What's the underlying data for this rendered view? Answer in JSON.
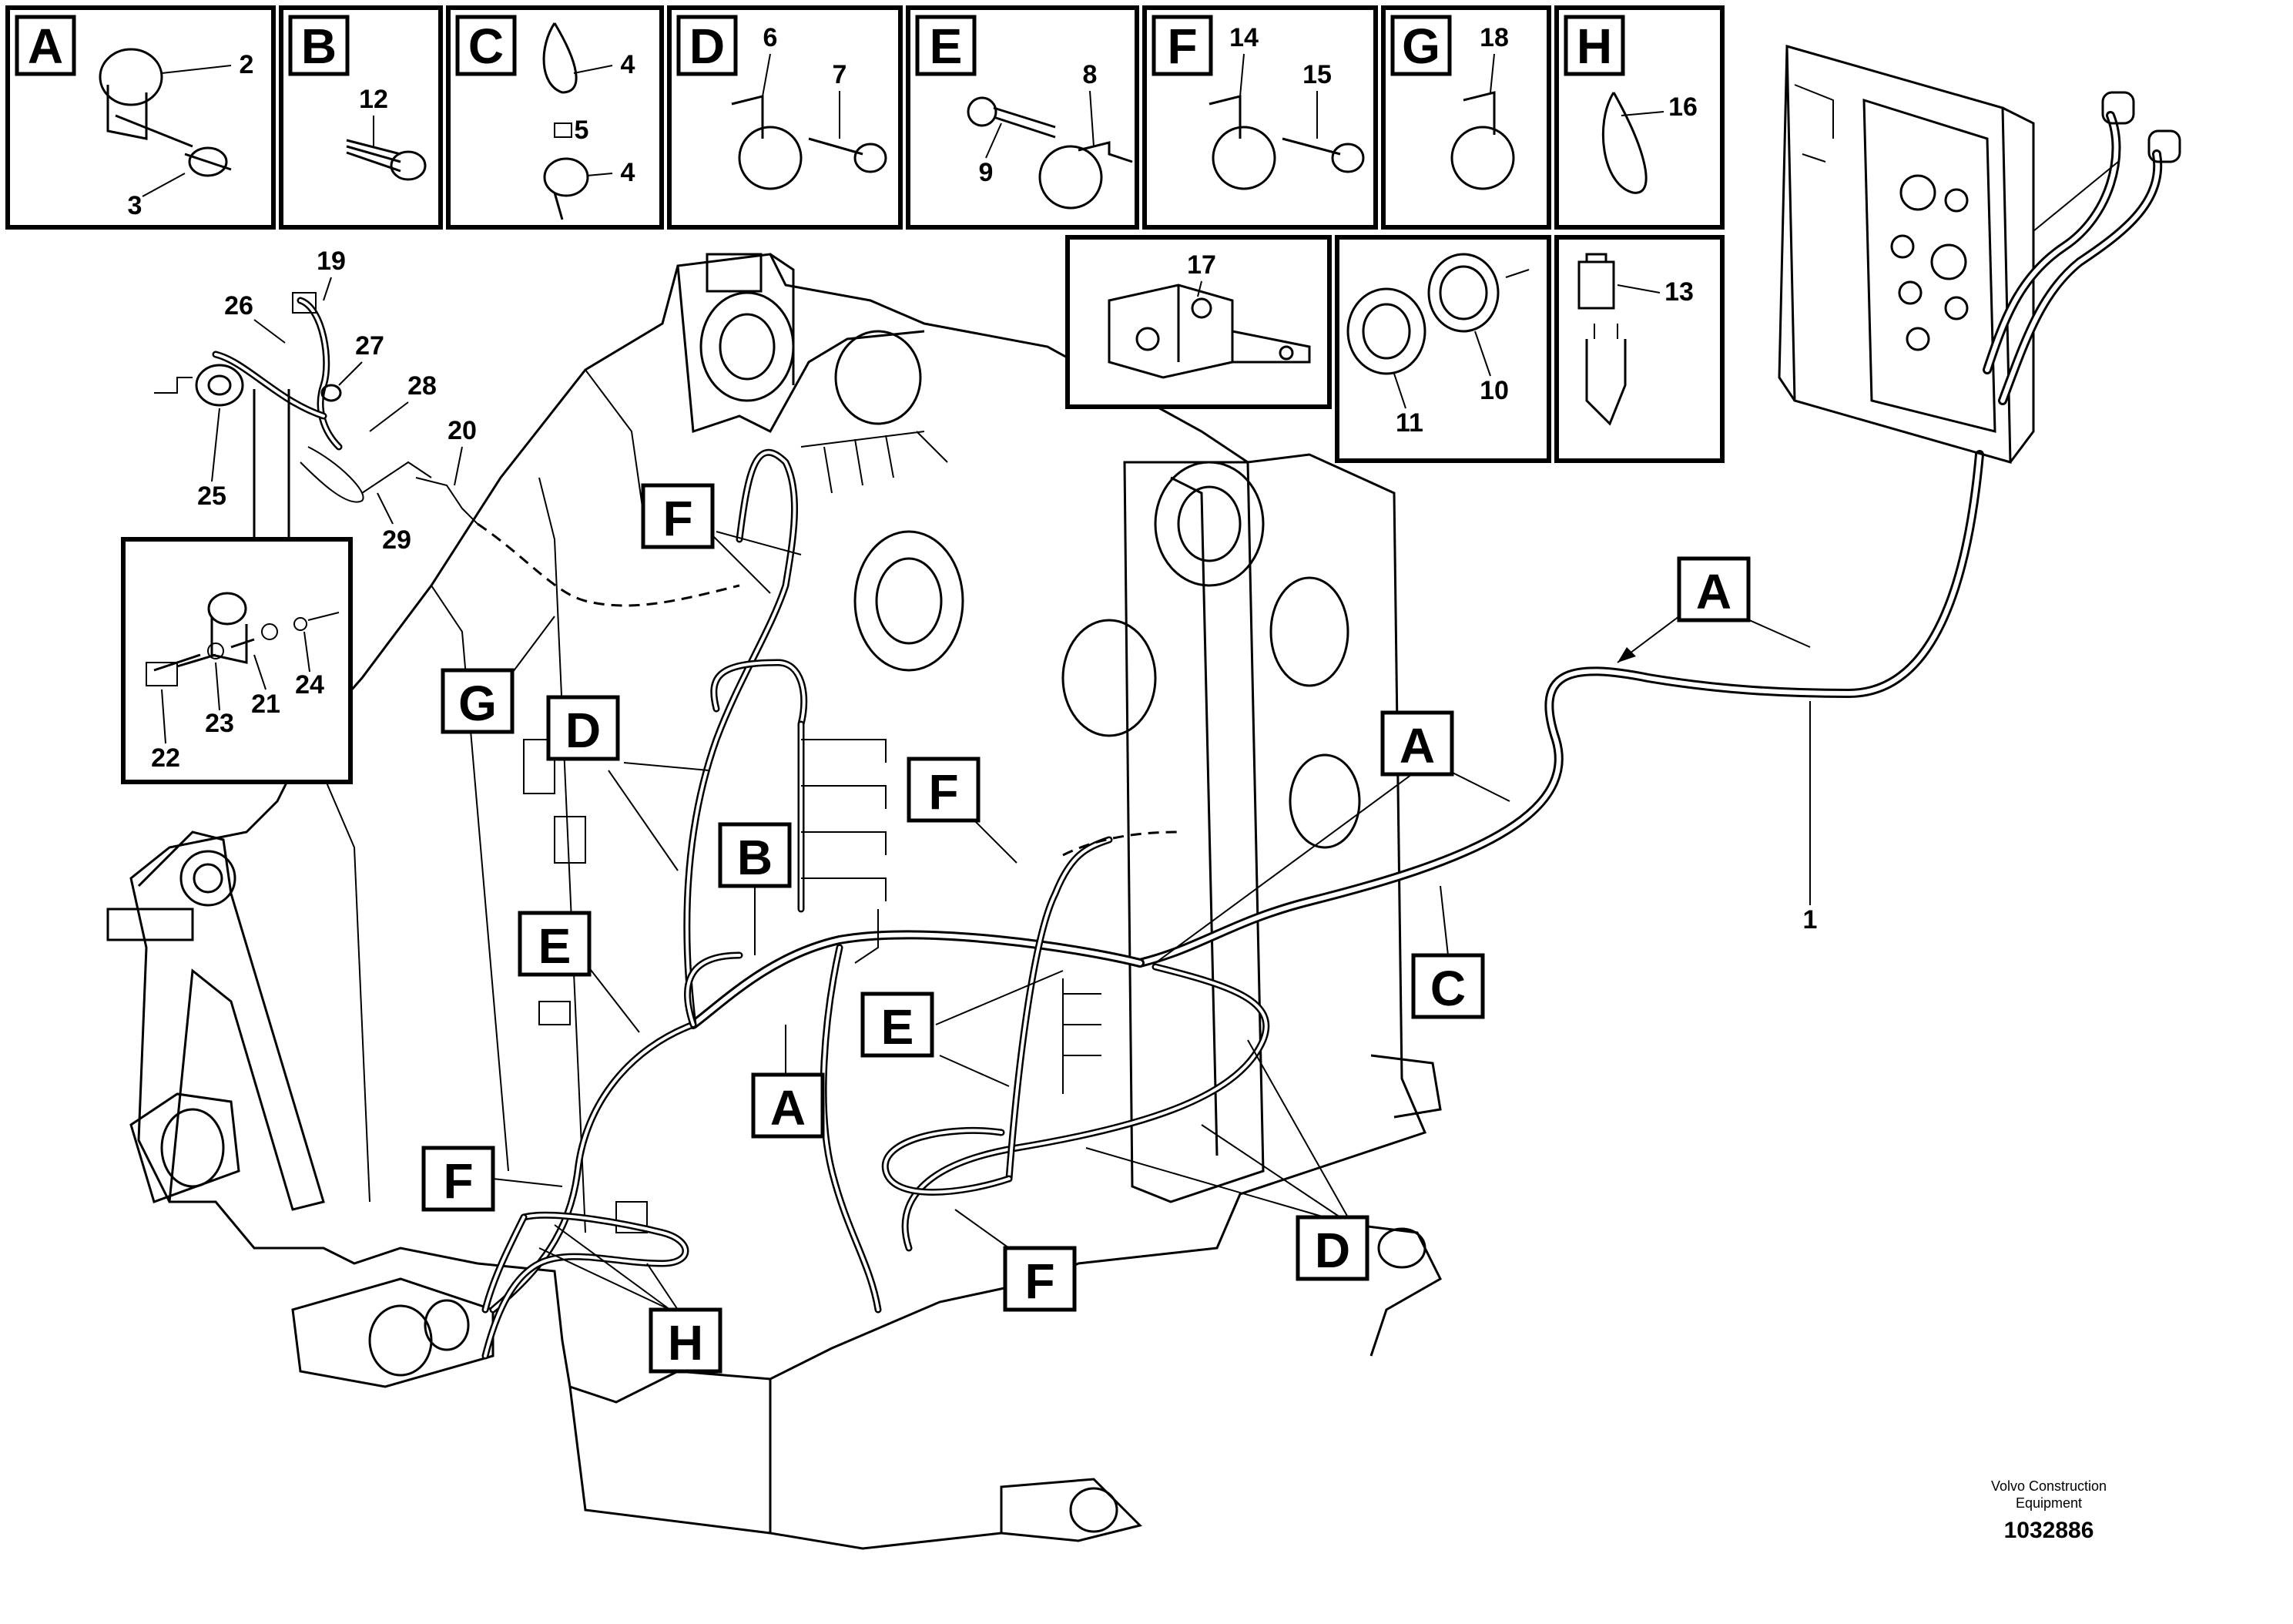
{
  "detail_boxes": [
    {
      "letter": "A",
      "numbers": [
        "2",
        "3"
      ]
    },
    {
      "letter": "B",
      "numbers": [
        "12"
      ]
    },
    {
      "letter": "C",
      "numbers": [
        "4",
        "5",
        "4"
      ]
    },
    {
      "letter": "D",
      "numbers": [
        "6",
        "7"
      ]
    },
    {
      "letter": "E",
      "numbers": [
        "8",
        "9"
      ]
    },
    {
      "letter": "F",
      "numbers": [
        "14",
        "15"
      ]
    },
    {
      "letter": "G",
      "numbers": [
        "18"
      ]
    },
    {
      "letter": "H",
      "numbers": [
        "16"
      ]
    }
  ],
  "second_row_boxes": [
    {
      "numbers": [
        "17"
      ]
    },
    {
      "numbers": [
        "10",
        "11"
      ]
    },
    {
      "numbers": [
        "13"
      ]
    }
  ],
  "inset_numbers": [
    "21",
    "22",
    "23",
    "24"
  ],
  "part_numbers": [
    "1",
    "19",
    "20",
    "25",
    "26",
    "27",
    "28",
    "29"
  ],
  "callouts": [
    "A",
    "A",
    "A",
    "B",
    "C",
    "D",
    "D",
    "E",
    "E",
    "F",
    "F",
    "F",
    "F",
    "G",
    "H"
  ],
  "footer": {
    "manufacturer": "Volvo Construction Equipment",
    "drawing_number": "1032886"
  }
}
